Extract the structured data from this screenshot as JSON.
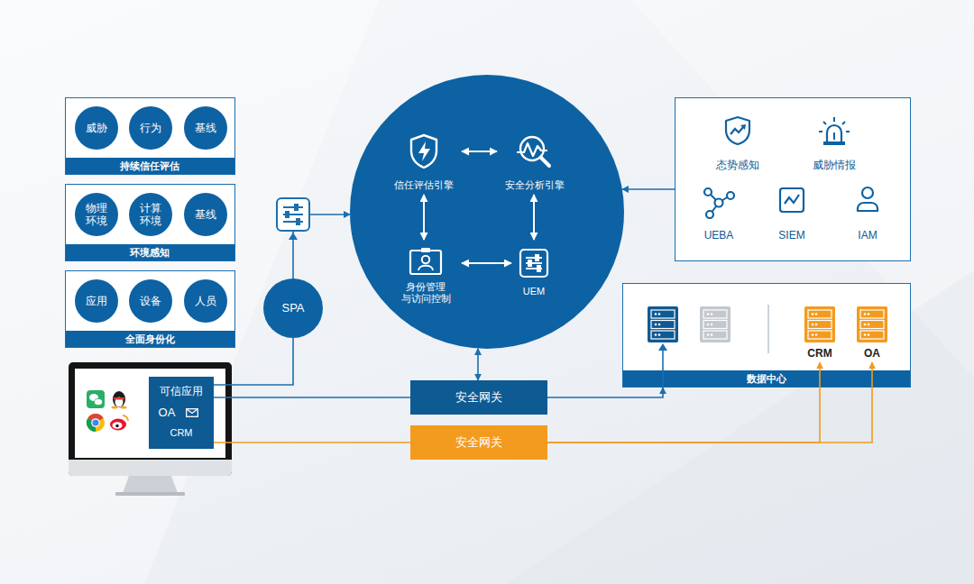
{
  "diagram": {
    "nodes": [
      {
        "text": [
          "持续信任评估"
        ]
      },
      {
        "text": [
          "威胁"
        ],
        "in": 0
      },
      {
        "text": [
          "行为"
        ],
        "in": 0
      },
      {
        "text": [
          "基线"
        ],
        "in": 0
      },
      {
        "text": [
          "环境感知"
        ]
      },
      {
        "text": [
          "物理 环境"
        ],
        "in": 4
      },
      {
        "text": [
          "计算 环境"
        ],
        "in": 4
      },
      {
        "text": [
          "基线"
        ],
        "in": 4
      },
      {
        "text": [
          "全面身份化"
        ]
      },
      {
        "text": [
          "应用"
        ],
        "in": 8
      },
      {
        "text": [
          "设备"
        ],
        "in": 8
      },
      {
        "text": [
          "人员"
        ],
        "in": 8
      },
      {
        "text": [
          "可信应用",
          "OA",
          "CRM"
        ]
      },
      {
        "text": [
          "SPA"
        ]
      },
      {
        "text": []
      },
      {
        "text": [
          "信任评估引擎"
        ],
        "in": 14
      },
      {
        "text": [
          "安全分析引擎"
        ],
        "in": 14
      },
      {
        "text": [
          "身份管理 与访问控制"
        ],
        "in": 14
      },
      {
        "text": [
          "UEM"
        ],
        "in": 14
      },
      {
        "text": [
          "态势感知",
          "威胁情报",
          "UEBA",
          "SIEM",
          "IAM"
        ]
      },
      {
        "text": [
          "数据中心"
        ]
      },
      {
        "text": [
          "CRM"
        ],
        "in": 20
      },
      {
        "text": [
          "OA"
        ],
        "in": 20
      },
      {
        "text": [
          "安全网关"
        ]
      },
      {
        "text": [
          "安全网关"
        ]
      }
    ],
    "edges": [
      {
        "from": 12,
        "to": 13,
        "arrow": "none"
      },
      {
        "from": 13,
        "to": 14,
        "arrow": "to"
      },
      {
        "from": 14,
        "to": 23,
        "arrow": "both"
      },
      {
        "from": 19,
        "to": 14,
        "arrow": "to"
      },
      {
        "from": 12,
        "to": 23,
        "arrow": "none"
      },
      {
        "from": 23,
        "to": 20,
        "arrow": "to"
      },
      {
        "from": 12,
        "to": 24,
        "arrow": "none"
      },
      {
        "from": 24,
        "to": 21,
        "arrow": "to"
      },
      {
        "from": 24,
        "to": 22,
        "arrow": "to"
      },
      {
        "from": 15,
        "to": 16,
        "arrow": "both"
      },
      {
        "from": 15,
        "to": 17,
        "arrow": "both"
      },
      {
        "from": 16,
        "to": 18,
        "arrow": "both"
      },
      {
        "from": 17,
        "to": 18,
        "arrow": "both"
      }
    ]
  }
}
